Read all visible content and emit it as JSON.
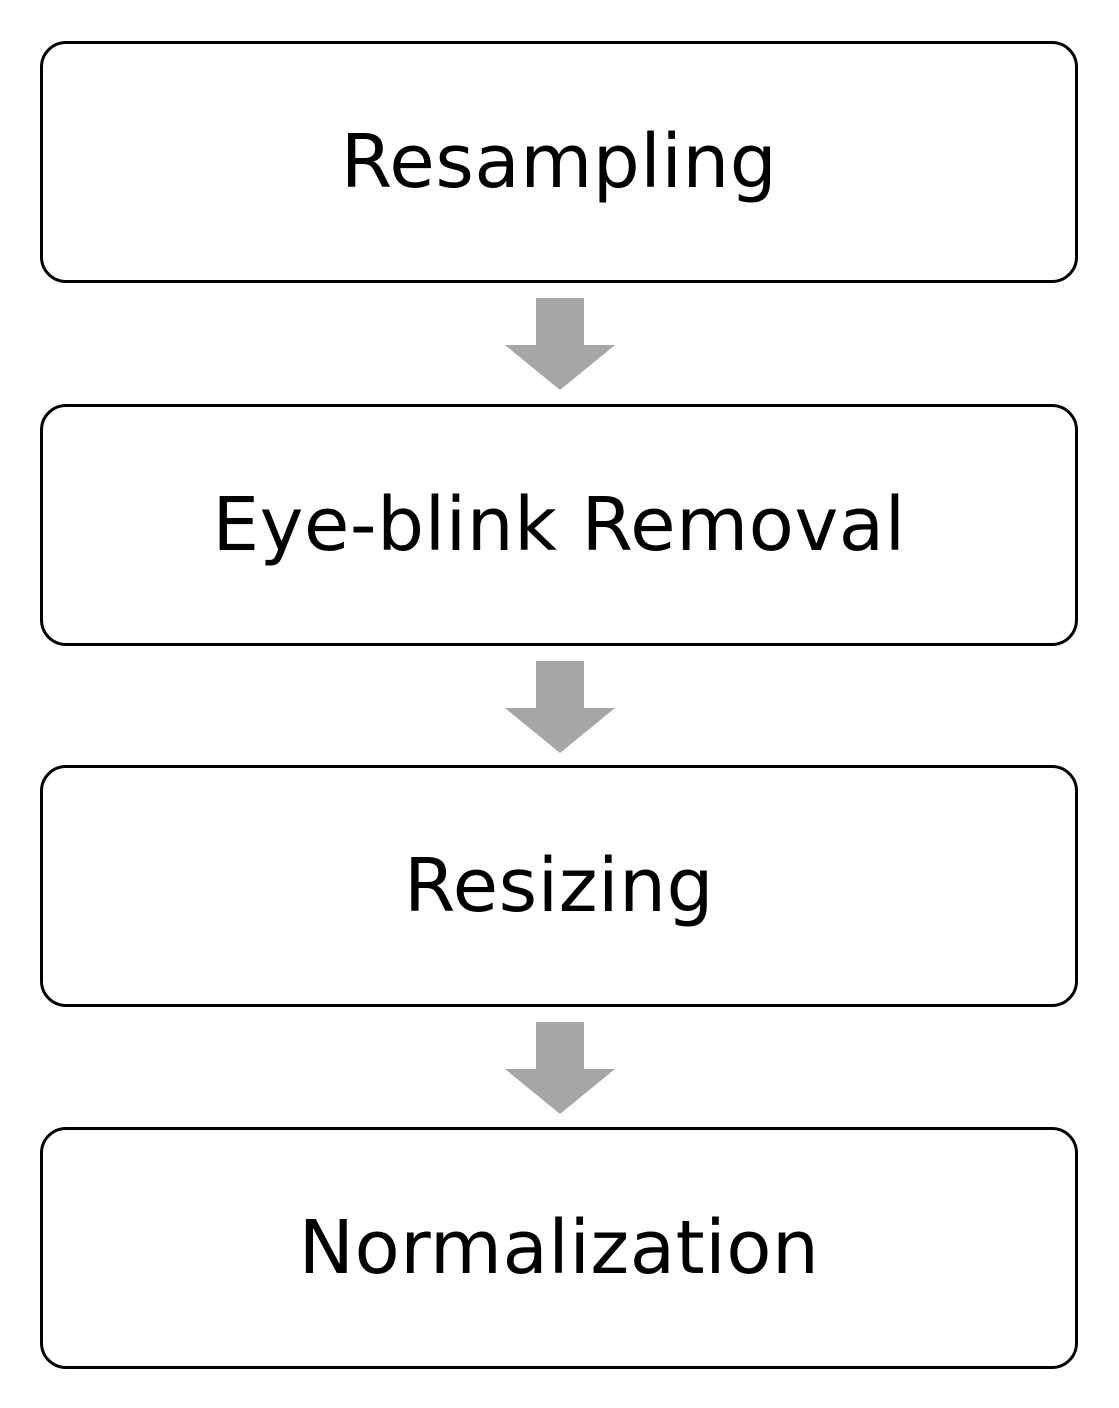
{
  "diagram": {
    "steps": [
      {
        "label": "Resampling"
      },
      {
        "label": "Eye-blink Removal"
      },
      {
        "label": "Resizing"
      },
      {
        "label": "Normalization"
      }
    ],
    "arrow_color": "#a6a6a6",
    "box_border_color": "#000000",
    "arrow_icon": "down-arrow"
  }
}
